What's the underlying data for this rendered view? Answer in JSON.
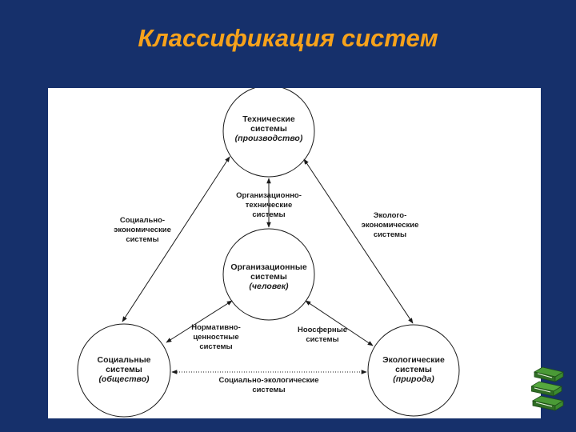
{
  "title": "Классификация систем",
  "nodes": {
    "technical": {
      "line1": "Технические",
      "line2": "системы",
      "line3": "(производство)"
    },
    "organizational": {
      "line1": "Организационные",
      "line2": "системы",
      "line3": "(человек)"
    },
    "social": {
      "line1": "Социальные",
      "line2": "системы",
      "line3": "(общество)"
    },
    "ecological": {
      "line1": "Экологические",
      "line2": "системы",
      "line3": "(природа)"
    }
  },
  "edges": {
    "socio_economic": {
      "line1": "Социально-",
      "line2": "экономические",
      "line3": "системы"
    },
    "org_technical": {
      "line1": "Организационно-",
      "line2": "технические",
      "line3": "системы"
    },
    "eco_economic": {
      "line1": "Эколого-",
      "line2": "экономические",
      "line3": "системы"
    },
    "normative_value": {
      "line1": "Нормативно-",
      "line2": "ценностные",
      "line3": "системы"
    },
    "noosphere": {
      "line1": "Ноосферные",
      "line2": "системы"
    },
    "socio_ecological": {
      "line1": "Социально-экологические",
      "line2": "системы"
    }
  },
  "colors": {
    "background": "#16306b",
    "title": "#f7a21b",
    "panel": "#ffffff",
    "lines": "#1a1a1a"
  },
  "decoration": {
    "icon": "books-icon"
  }
}
